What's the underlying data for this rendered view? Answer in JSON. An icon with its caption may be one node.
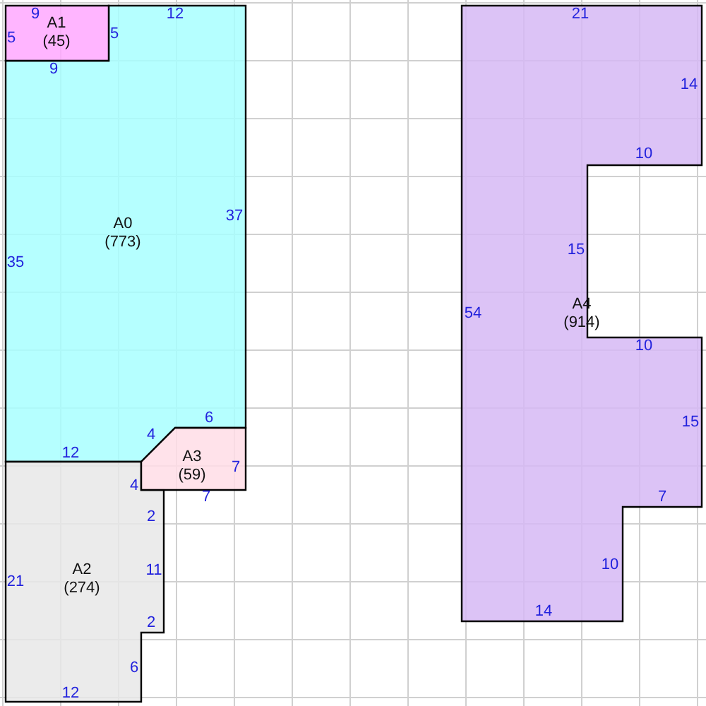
{
  "diagram": {
    "nodes": [
      {
        "text": [
          "A0",
          "(773)"
        ]
      },
      {
        "text": [
          "A1",
          "(45)"
        ]
      },
      {
        "text": [
          "A2",
          "(274)"
        ]
      },
      {
        "text": [
          "A3",
          "(59)"
        ]
      },
      {
        "text": [
          "A4",
          "(914)"
        ]
      }
    ],
    "labels": [
      "9",
      "12",
      "21",
      "5",
      "5",
      "9",
      "14",
      "10",
      "37",
      "15",
      "35",
      "54",
      "10",
      "6",
      "15",
      "4",
      "12",
      "7",
      "4",
      "7",
      "7",
      "2",
      "10",
      "11",
      "21",
      "14",
      "2",
      "6",
      "12"
    ]
  }
}
